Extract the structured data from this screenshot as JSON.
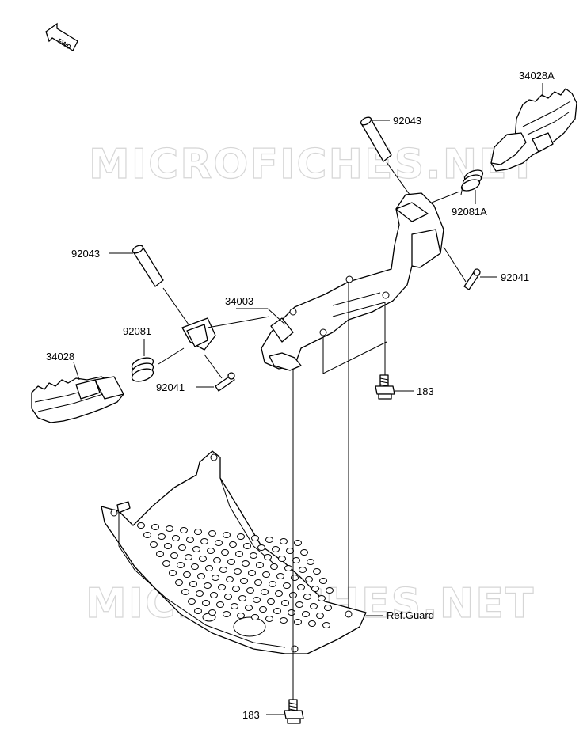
{
  "fwd_label": "FWD",
  "watermark": "MICROFICHES.NET",
  "labels": {
    "p34028A": "34028A",
    "p92043_top": "92043",
    "p92081A": "92081A",
    "p92041_right": "92041",
    "p92043_left": "92043",
    "p34003": "34003",
    "p92081": "92081",
    "p34028": "34028",
    "p92041_left": "92041",
    "p183_top": "183",
    "ref_guard": "Ref.Guard",
    "p183_bottom": "183"
  }
}
